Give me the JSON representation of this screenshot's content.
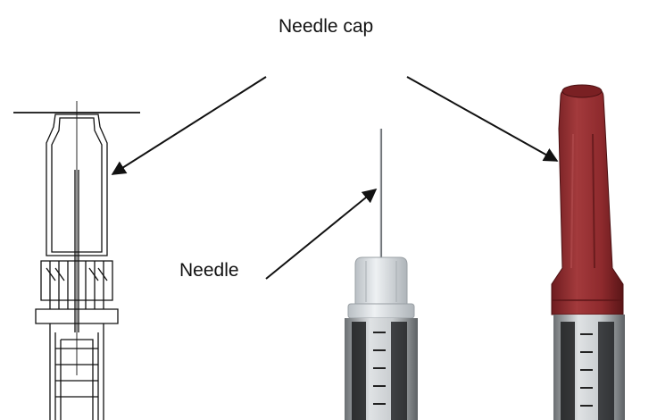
{
  "labels": {
    "needle_cap": "Needle cap",
    "needle": "Needle"
  },
  "colors": {
    "cap_red": "#8e2a2d",
    "line": "#111111",
    "clear_hub": "#d9dde0"
  },
  "icons": [
    "line-drawing-syringe",
    "clear-needle-syringe",
    "capped-syringe"
  ]
}
